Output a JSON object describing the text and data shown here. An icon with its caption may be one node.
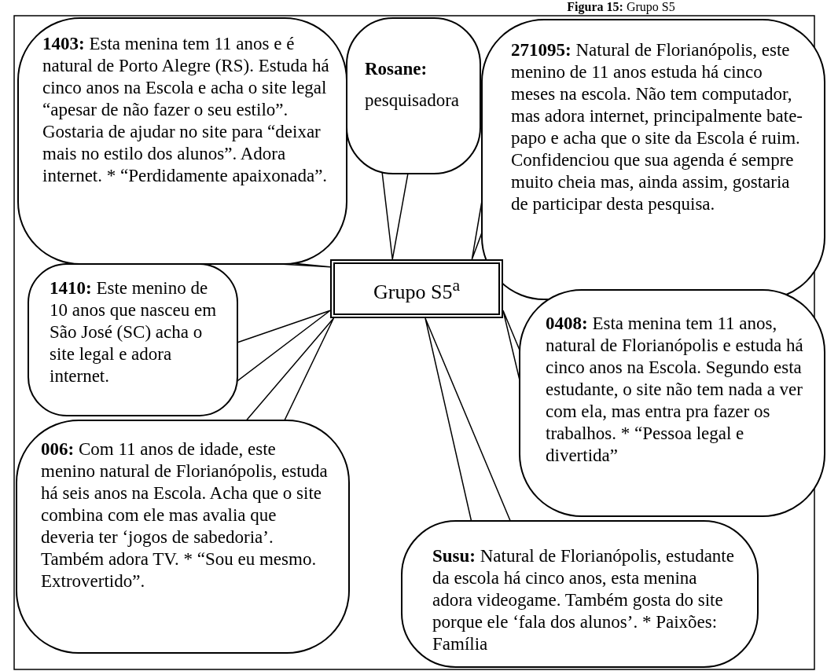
{
  "diagram": {
    "title": "**Figura 15:** Grupo S5",
    "nodes": [
      {
        "text": [
          "Grupo S5$^{a}$"
        ]
      },
      {
        "text": [
          "**1403:** Esta menina tem 11 anos e é natural de Porto Alegre (RS). Estuda há cinco anos na Escola e acha o site legal “apesar de não fazer o seu estilo”. Gostaria de ajudar no site para “deixar mais no estilo dos alunos”. Adora internet. * “Perdidamente apaixonada”."
        ]
      },
      {
        "text": [
          "Rosane:",
          "pesquisadora"
        ]
      },
      {
        "text": [
          "**271095:** Natural de Florianópolis, este menino de 11 anos estuda há cinco meses na escola. Não tem computador, mas adora internet, principalmente bate-papo e acha que o site da Escola é ruim. Confidenciou que sua agenda é sempre muito cheia mas, ainda assim, gostaria de participar desta pesquisa."
        ]
      },
      {
        "text": [
          "**1410:** Este menino de 10 anos que nasceu em São José (SC) acha o site legal e adora internet."
        ]
      },
      {
        "text": [
          "**0408:** Esta menina tem 11 anos, natural de Florianópolis e estuda há cinco anos na Escola. Segundo esta estudante, o site não tem nada a ver com ela, mas entra pra fazer os trabalhos. * “Pessoa legal e divertida”"
        ]
      },
      {
        "text": [
          "**006:** Com 11 anos de idade, este menino natural de Florianópolis, estuda há seis anos na Escola. Acha que o site combina com ele mas avalia que deveria ter ‘jogos de sabedoria’. Também adora TV.  * “Sou eu mesmo. Extrovertido”."
        ]
      },
      {
        "text": [
          "**Susu:** Natural de Florianópolis, estudante da escola há cinco anos, esta menina adora videogame. Também gosta do site porque ele ‘fala dos alunos’. * Paixões: Família"
        ]
      }
    ],
    "edges": [
      {
        "from": 1,
        "to": 0,
        "arrow": "none"
      },
      {
        "from": 2,
        "to": 0,
        "arrow": "none"
      },
      {
        "from": 3,
        "to": 0,
        "arrow": "none"
      },
      {
        "from": 4,
        "to": 0,
        "arrow": "none"
      },
      {
        "from": 5,
        "to": 0,
        "arrow": "none"
      },
      {
        "from": 6,
        "to": 0,
        "arrow": "none"
      },
      {
        "from": 7,
        "to": 0,
        "arrow": "none"
      }
    ]
  }
}
